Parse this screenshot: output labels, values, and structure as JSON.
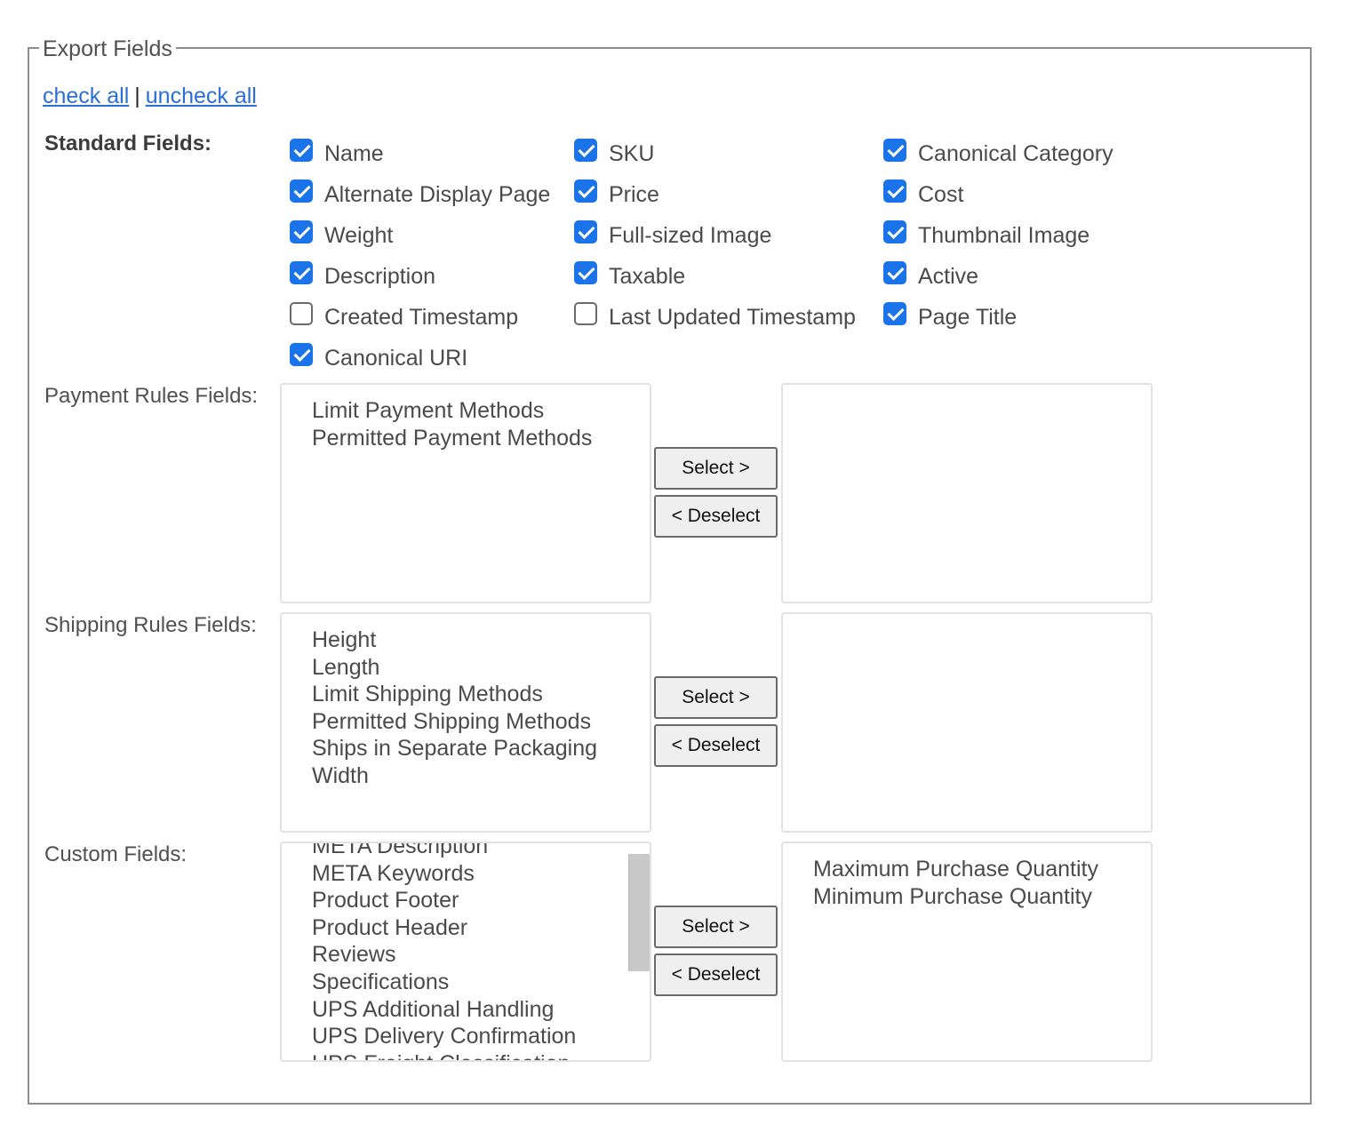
{
  "fieldset": {
    "legend": "Export Fields"
  },
  "links": {
    "check_all": "check all",
    "separator": "|",
    "uncheck_all": "uncheck all"
  },
  "standard_fields": {
    "label": "Standard Fields:",
    "items": [
      {
        "label": "Name",
        "checked": true
      },
      {
        "label": "SKU",
        "checked": true
      },
      {
        "label": "Canonical Category",
        "checked": true
      },
      {
        "label": "Alternate Display Page",
        "checked": true
      },
      {
        "label": "Price",
        "checked": true
      },
      {
        "label": "Cost",
        "checked": true
      },
      {
        "label": "Weight",
        "checked": true
      },
      {
        "label": "Full-sized Image",
        "checked": true
      },
      {
        "label": "Thumbnail Image",
        "checked": true
      },
      {
        "label": "Description",
        "checked": true
      },
      {
        "label": "Taxable",
        "checked": true
      },
      {
        "label": "Active",
        "checked": true
      },
      {
        "label": "Created Timestamp",
        "checked": false
      },
      {
        "label": "Last Updated Timestamp",
        "checked": false
      },
      {
        "label": "Page Title",
        "checked": true
      },
      {
        "label": "Canonical URI",
        "checked": true
      }
    ]
  },
  "payment_rules": {
    "label": "Payment Rules Fields:",
    "available": [
      "Limit Payment Methods",
      "Permitted Payment Methods"
    ],
    "selected": [],
    "select_label": "Select >",
    "deselect_label": "< Deselect"
  },
  "shipping_rules": {
    "label": "Shipping Rules Fields:",
    "available": [
      "Height",
      "Length",
      "Limit Shipping Methods",
      "Permitted Shipping Methods",
      "Ships in Separate Packaging",
      "Width"
    ],
    "selected": [],
    "select_label": "Select >",
    "deselect_label": "< Deselect"
  },
  "custom_fields": {
    "label": "Custom Fields:",
    "available": [
      "META Description",
      "META Keywords",
      "Product Footer",
      "Product Header",
      "Reviews",
      "Specifications",
      "UPS Additional Handling",
      "UPS Delivery Confirmation",
      "UPS Freight Classification"
    ],
    "selected": [
      "Maximum Purchase Quantity",
      "Minimum Purchase Quantity"
    ],
    "select_label": "Select >",
    "deselect_label": "< Deselect"
  }
}
